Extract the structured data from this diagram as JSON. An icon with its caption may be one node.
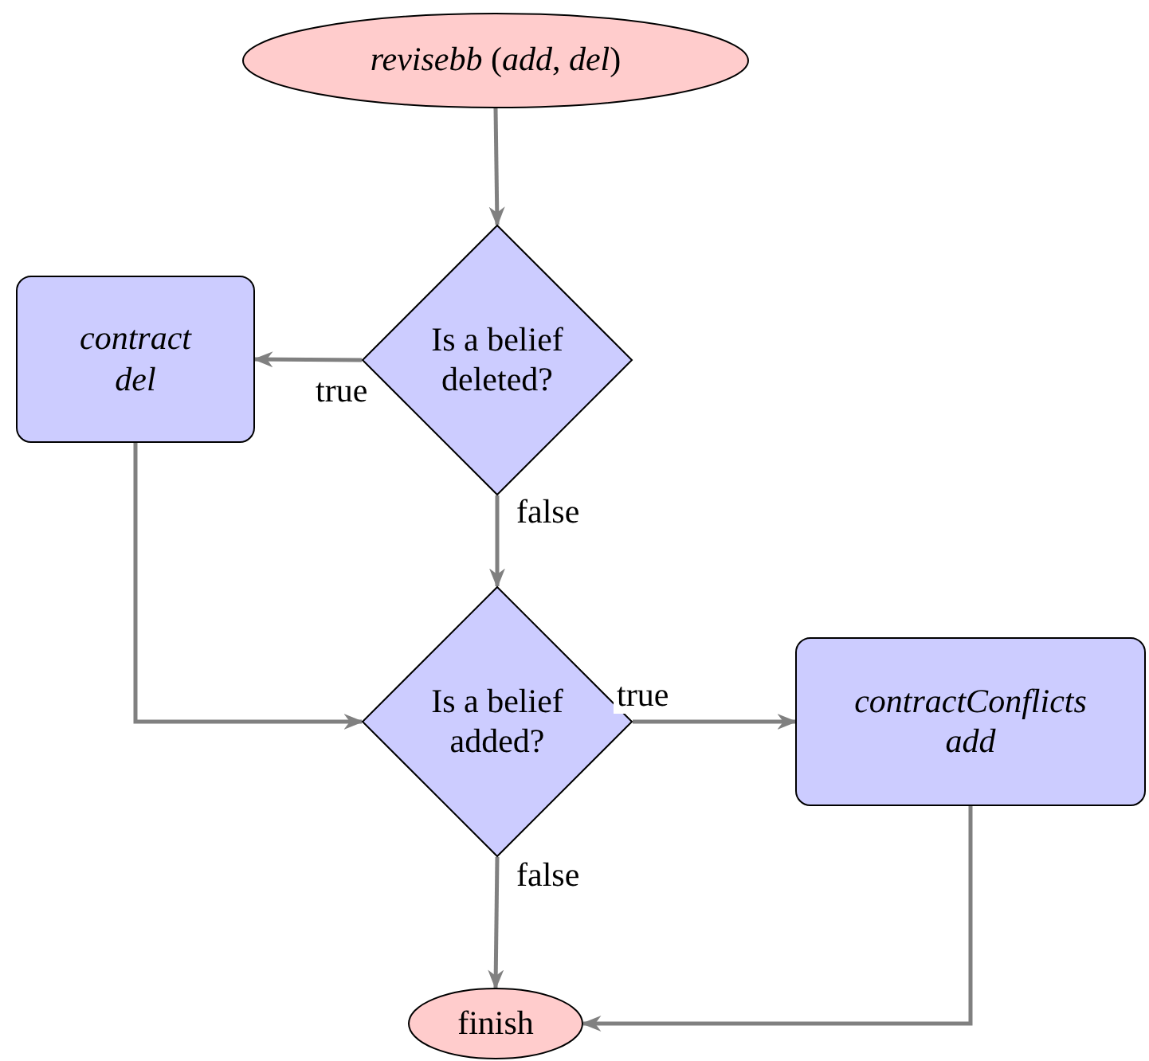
{
  "diagram": {
    "nodes": [
      {
        "text": [
          "*revisebb* (*add*, *del*)"
        ]
      },
      {
        "text": [
          "Is a belief deleted?"
        ]
      },
      {
        "text": [
          "contract",
          "del"
        ]
      },
      {
        "text": [
          "Is a belief added?"
        ]
      },
      {
        "text": [
          "contractConflicts",
          "add"
        ]
      },
      {
        "text": [
          "finish"
        ]
      }
    ],
    "edges": [
      {
        "from": 0,
        "to": 1,
        "arrow": "to"
      },
      {
        "from": 1,
        "to": 2,
        "arrow": "to",
        "label": "true"
      },
      {
        "from": 1,
        "to": 3,
        "arrow": "to",
        "label": "false"
      },
      {
        "from": 2,
        "to": 3,
        "arrow": "to"
      },
      {
        "from": 3,
        "to": 4,
        "arrow": "to",
        "label": "true"
      },
      {
        "from": 3,
        "to": 5,
        "arrow": "to",
        "label": "false"
      },
      {
        "from": 4,
        "to": 5,
        "arrow": "to"
      }
    ]
  }
}
